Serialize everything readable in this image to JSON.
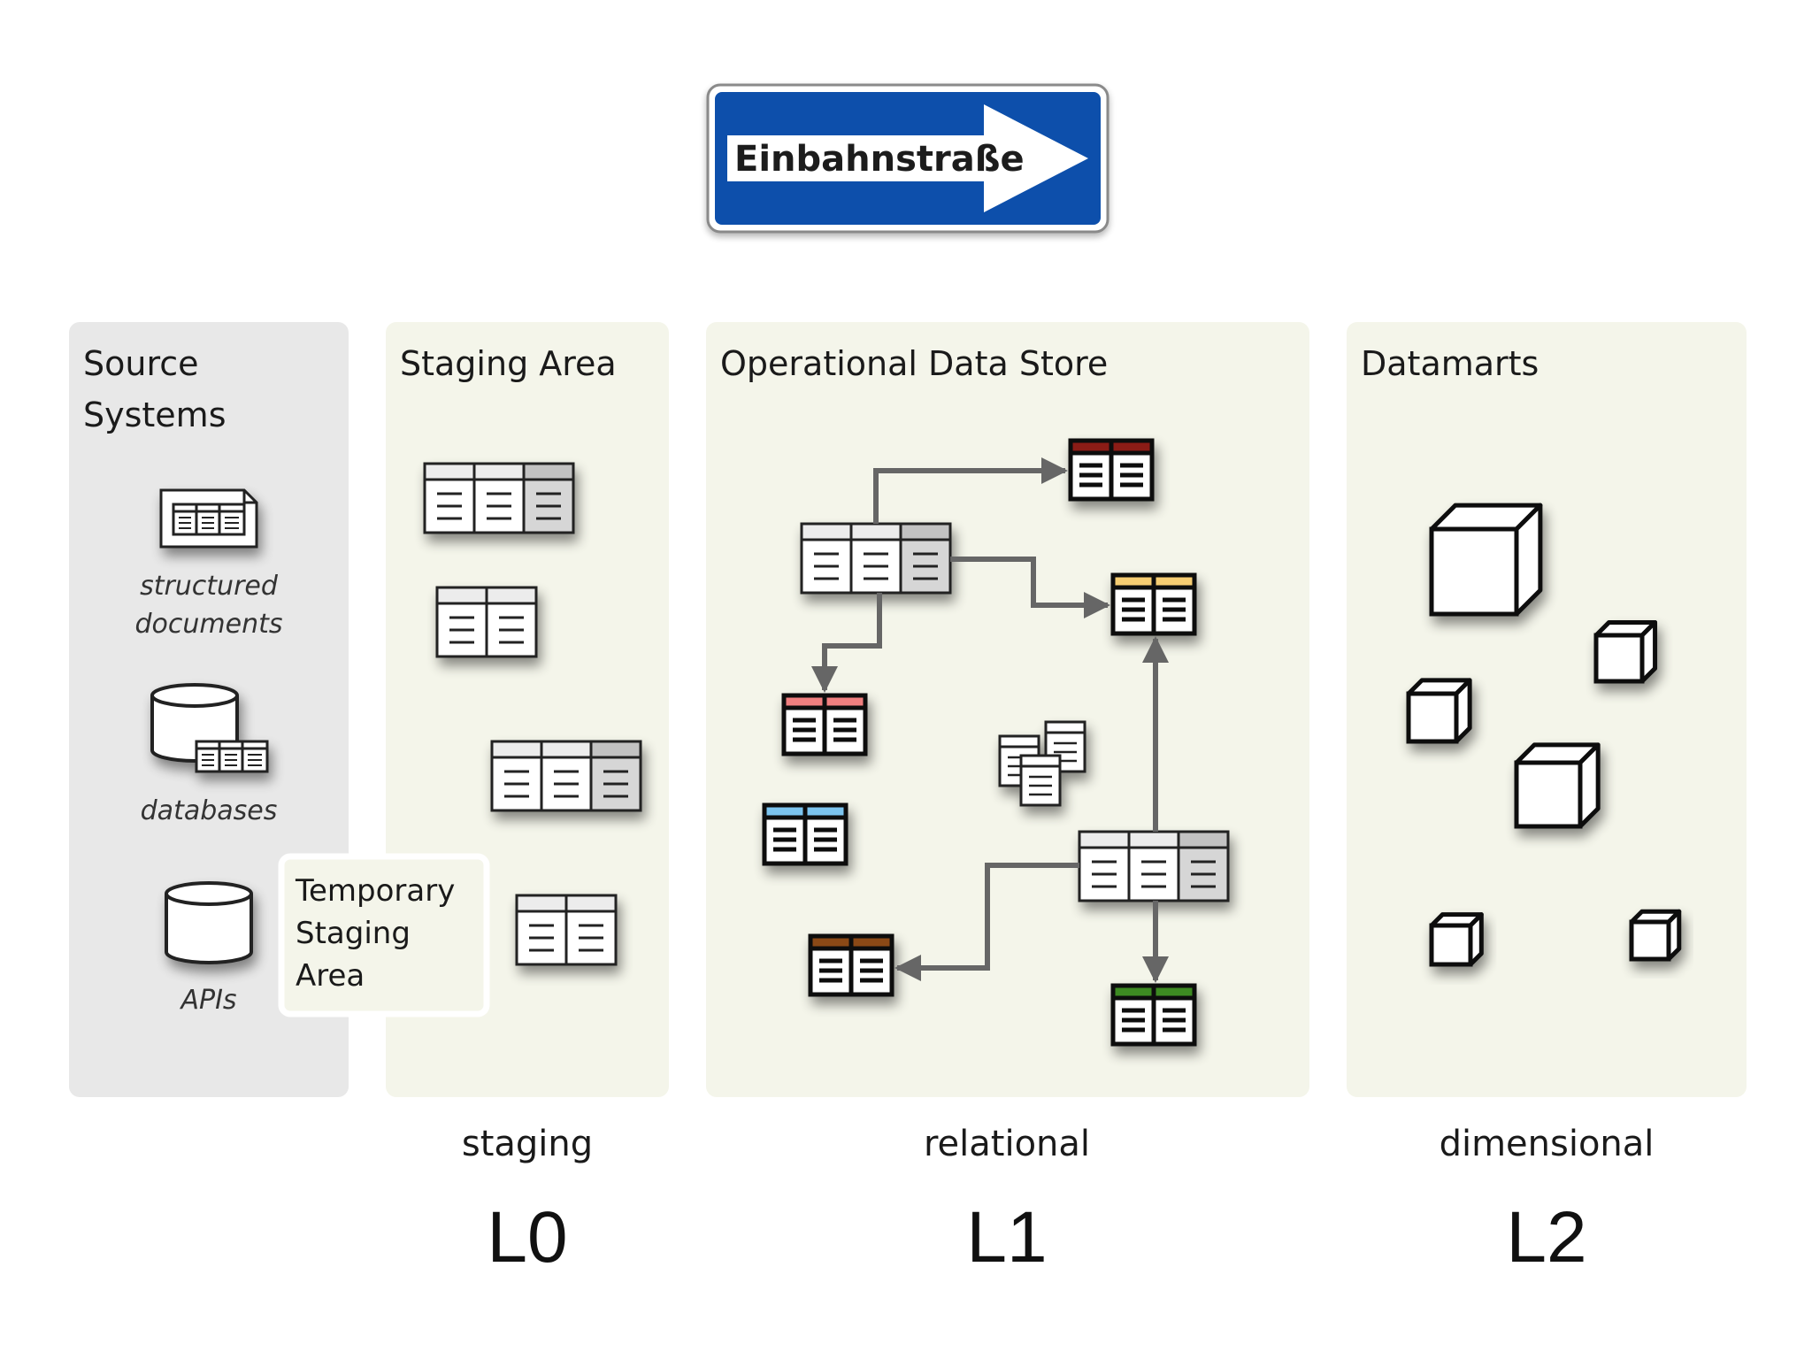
{
  "sign": {
    "text": "Einbahnstraße",
    "bg_color": "#0b4fab"
  },
  "panels": {
    "source": {
      "title_line1": "Source",
      "title_line2": "Systems"
    },
    "staging": {
      "title": "Staging Area"
    },
    "ods": {
      "title": "Operational Data Store"
    },
    "datamarts": {
      "title": "Datamarts"
    }
  },
  "source_items": {
    "structured_line1": "structured",
    "structured_line2": "documents",
    "databases": "databases",
    "apis": "APIs"
  },
  "temp_staging": {
    "line1": "Temporary",
    "line2": "Staging",
    "line3": "Area"
  },
  "layers": {
    "l0": {
      "desc": "staging",
      "level": "L0"
    },
    "l1": {
      "desc": "relational",
      "level": "L1"
    },
    "l2": {
      "desc": "dimensional",
      "level": "L2"
    }
  },
  "colors": {
    "source_panel_bg": "#e8e8e8",
    "layer_panel_bg": "#f4f5ea",
    "arrow": "#666666",
    "header_darkred": "#8b1a12",
    "header_yellow": "#f6cd72",
    "header_salmon": "#f07f7f",
    "header_lightblue": "#7cc4ee",
    "header_darkblue": "#1a5e9c",
    "header_brown": "#8b4a14",
    "header_green": "#3d8a24"
  }
}
